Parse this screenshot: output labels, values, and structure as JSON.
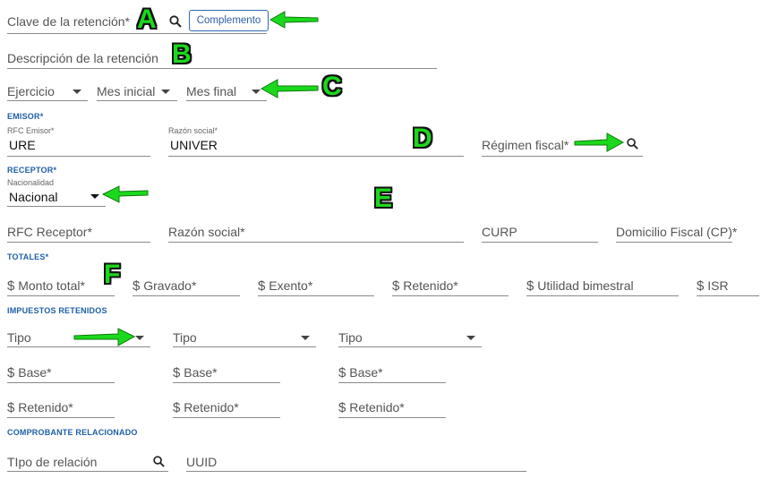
{
  "header": {
    "clave_label": "Clave de la retención",
    "complemento_button": "Complemento",
    "descripcion_label": "Descripción de la retención",
    "ejercicio_label": "Ejercicio",
    "mes_inicial_label": "Mes inicial",
    "mes_final_label": "Mes final"
  },
  "emisor": {
    "section_title": "EMISOR*",
    "rfc_label": "RFC Emisor",
    "rfc_value": "URE",
    "razon_label": "Razón social",
    "razon_value": "UNIVER",
    "regimen_label": "Régimen fiscal"
  },
  "receptor": {
    "section_title": "RECEPTOR*",
    "nacionalidad_label": "Nacionalidad",
    "nacionalidad_value": "Nacional",
    "rfc_label": "RFC Receptor",
    "razon_label": "Razón social",
    "curp_label": "CURP",
    "domicilio_label": "Domicilio Fiscal (CP)"
  },
  "totales": {
    "section_title": "TOTALES*",
    "currency_symbol": "$",
    "monto_total_label": "Monto total",
    "gravado_label": "Gravado",
    "exento_label": "Exento",
    "retenido_label": "Retenido",
    "utilidad_label": "Utilidad bimestral",
    "isr_label": "ISR"
  },
  "impuestos": {
    "section_title": "IMPUESTOS RETENIDOS",
    "tipo_label": "Tipo",
    "base_label": "Base",
    "retenido_label": "Retenido"
  },
  "comprobante": {
    "section_title": "COMPROBANTE RELACIONADO",
    "tipo_relacion_label": "TIpo de relación",
    "uuid_label": "UUID"
  },
  "required_mark": "*",
  "annotations": {
    "a": "A",
    "b": "B",
    "c": "C",
    "d": "D",
    "e": "E",
    "f": "F"
  },
  "colors": {
    "accent": "#1f5fa8",
    "annotation_green": "#1cd81c",
    "underline": "#8a8a8a"
  }
}
